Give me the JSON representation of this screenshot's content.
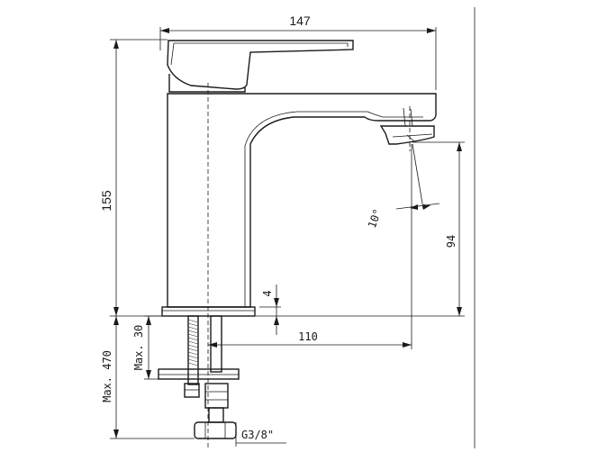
{
  "dimensions": {
    "total_width": "147",
    "total_height": "155",
    "spout_height": "94",
    "spout_reach": "110",
    "base_thickness": "4",
    "spray_angle": "10°",
    "max_deck_thickness": "Max. 30",
    "max_hose_length": "Max. 470",
    "connection_thread": "G3/8\""
  }
}
